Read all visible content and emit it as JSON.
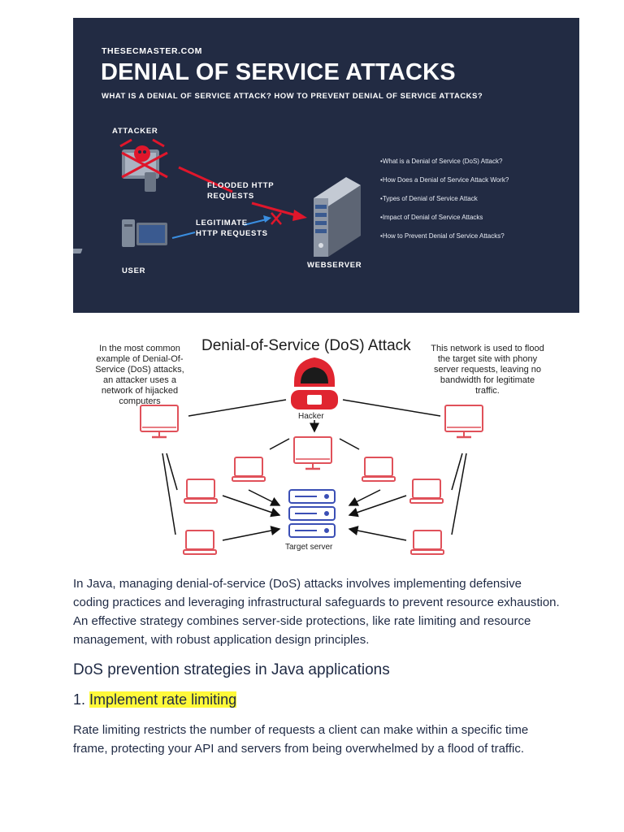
{
  "banner": {
    "site": "THESECMASTER.COM",
    "title": "DENIAL OF SERVICE ATTACKS",
    "subtitle": "WHAT IS A DENIAL OF SERVICE ATTACK? HOW TO PREVENT DENIAL OF SERVICE ATTACKS?",
    "attacker_label": "ATTACKER",
    "user_label": "USER",
    "flooded_label": "FLOODED HTTP\nREQUESTS",
    "legit_label": "LEGITIMATE\nHTTP REQUESTS",
    "webserver_label": "WEBSERVER",
    "toc": [
      "What is a Denial of Service (DoS) Attack?",
      "How Does a Denial of Service Attack Work?",
      "Types of Denial of Service Attack",
      "Impact of Denial of Service Attacks",
      "How to Prevent Denial of Service Attacks?"
    ],
    "colors": {
      "background": "#222b43",
      "attack": "#e0162b",
      "legit": "#3a8ee0"
    }
  },
  "diagram": {
    "title": "Denial-of-Service (DoS) Attack",
    "left_note": "In the most common example of Denial-Of-Service (DoS) attacks, an attacker uses a network of hijacked computers",
    "right_note": "This network is used to flood the target site with phony server requests, leaving no bandwidth for legitimate traffic.",
    "hacker_label": "Hacker",
    "target_label": "Target server",
    "colors": {
      "device": "#e0515a",
      "server": "#3b4fb5",
      "hacker": "#e02530"
    }
  },
  "content": {
    "intro": "In Java, managing denial-of-service (DoS) attacks involves implementing defensive coding practices and leveraging infrastructural safeguards to prevent resource exhaustion. An effective strategy combines server-side protections, like rate limiting and resource management, with robust application design principles.",
    "section_heading": "DoS prevention strategies in Java applications",
    "step_number": "1.",
    "step_title": "Implement rate limiting",
    "step_body": "Rate limiting restricts the number of requests a client can make within a specific time frame, protecting your API and servers from being overwhelmed by a flood of traffic.",
    "highlight_color": "#fff93a"
  }
}
